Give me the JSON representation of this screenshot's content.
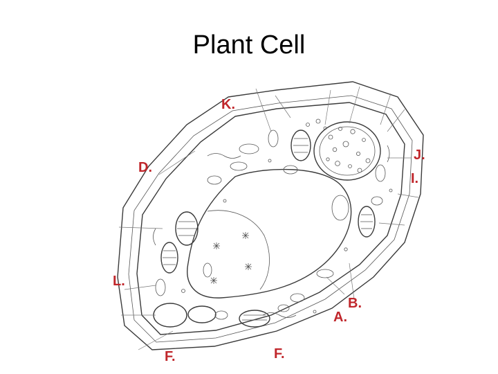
{
  "slide": {
    "title": "Plant Cell"
  },
  "labels": {
    "k": "K.",
    "j": "J.",
    "d": "D.",
    "i": "I.",
    "l": "L.",
    "b": "B.",
    "a": "A.",
    "f_left": "F.",
    "f_right": "F."
  },
  "colors": {
    "label": "#c0262b",
    "ink": "#3a3a3a",
    "background": "#ffffff"
  }
}
